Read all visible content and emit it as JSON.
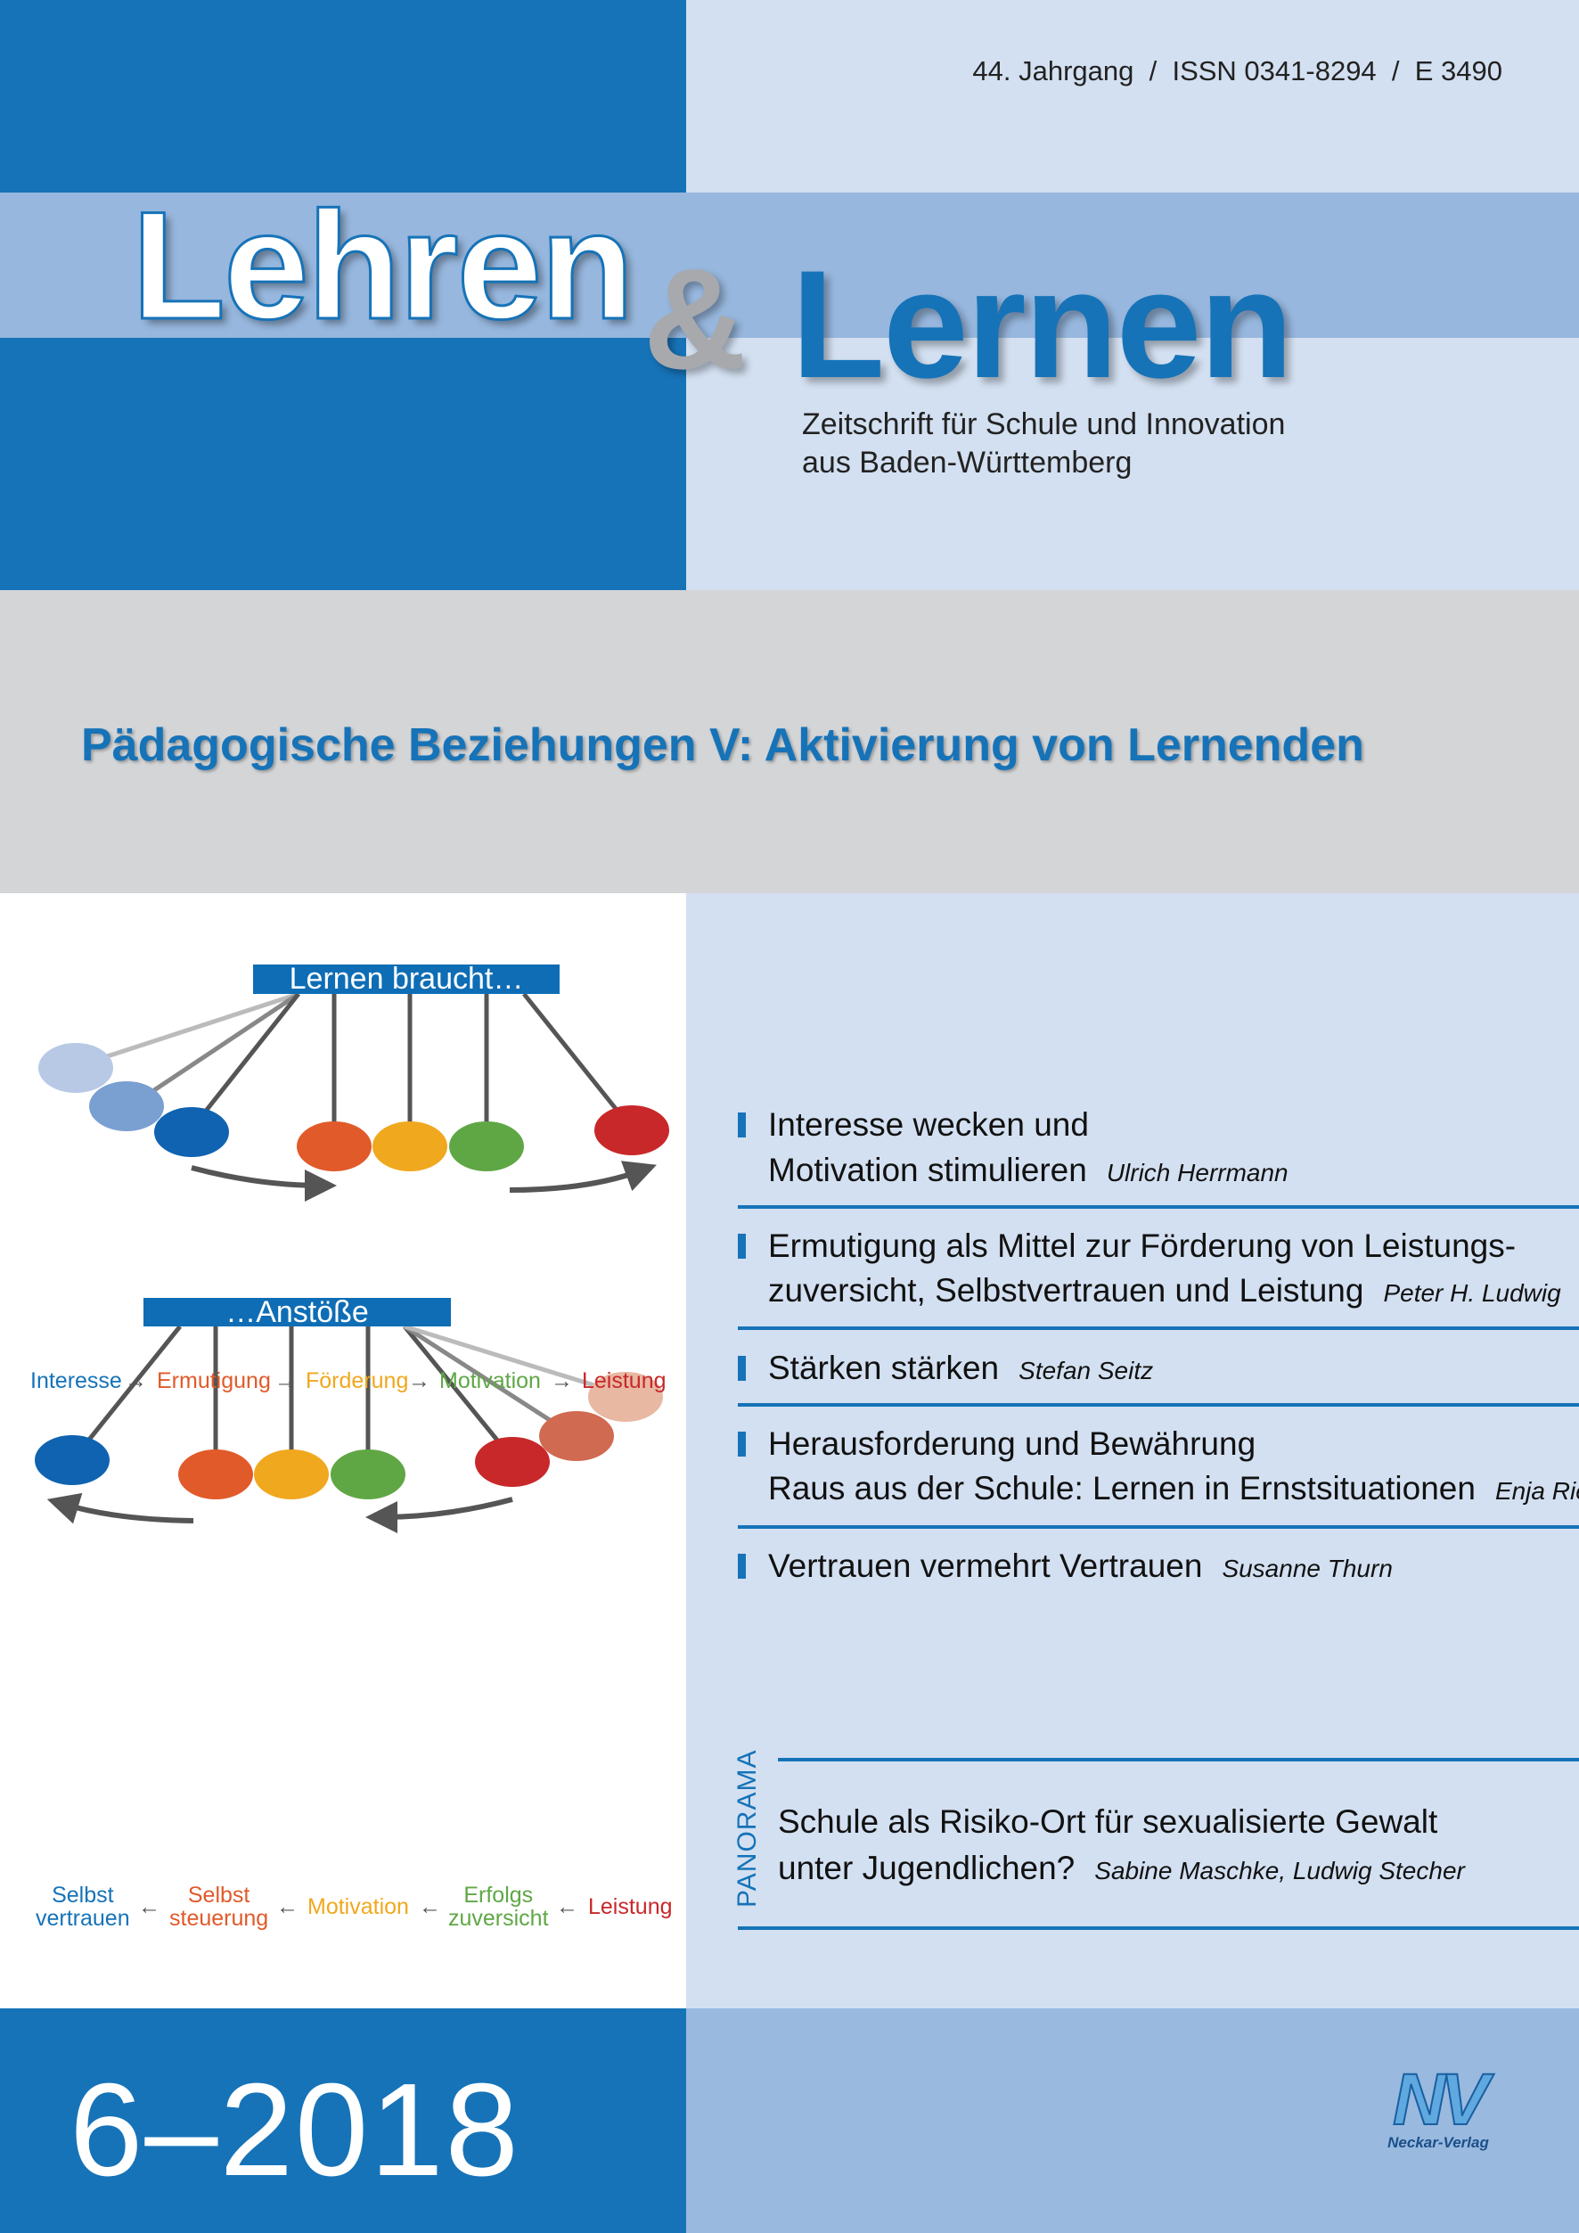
{
  "header": {
    "issn_line": "44. Jahrgang  /  ISSN 0341-8294  /  E 3490",
    "logo": {
      "word1": "Lehren",
      "amp": "&",
      "word2": "Lernen"
    },
    "subtitle_line1": "Zeitschrift für Schule und Innovation",
    "subtitle_line2": "aus Baden-Württemberg"
  },
  "theme": "Pädagogische Beziehungen V: Aktivierung von Lernenden",
  "diagram": {
    "top_title": "Lernen braucht…",
    "top_labels": [
      "Interesse",
      "Ermutigung",
      "Förderung",
      "Motivation",
      "Leistung"
    ],
    "bottom_title": "…Anstöße",
    "bottom_labels": [
      "Selbst\nvertrauen",
      "Selbst\nsteuerung",
      "Motivation",
      "Erfolgs\nzuversicht",
      "Leistung"
    ],
    "arrow_right": "→",
    "arrow_left": "←"
  },
  "toc": [
    {
      "lines": [
        "Interesse wecken und",
        "Motivation stimulieren"
      ],
      "author": "Ulrich Herrmann"
    },
    {
      "lines": [
        "Ermutigung als Mittel zur Förderung von Leistungs-",
        "zuversicht, Selbstvertrauen und Leistung"
      ],
      "author": "Peter H. Ludwig"
    },
    {
      "lines": [
        "Stärken stärken"
      ],
      "author": "Stefan Seitz"
    },
    {
      "lines": [
        "Herausforderung und Bewährung",
        "Raus aus der Schule: Lernen in Ernstsituationen"
      ],
      "author": "Enja Riegel"
    },
    {
      "lines": [
        "Vertrauen vermehrt Vertrauen"
      ],
      "author": "Susanne Thurn"
    }
  ],
  "panorama": {
    "label": "PANORAMA",
    "lines": [
      "Schule als Risiko-Ort für sexualisierte Gewalt",
      "unter Jugendlichen?"
    ],
    "author": "Sabine Maschke, Ludwig Stecher"
  },
  "issue": "6–2018",
  "publisher": {
    "logo": "NV",
    "name": "Neckar-Verlag"
  },
  "colors": {
    "brand_blue": "#1673b8",
    "light_blue": "#d3e0f1",
    "band_blue": "#97b7de",
    "gray": "#d4d5d7"
  }
}
